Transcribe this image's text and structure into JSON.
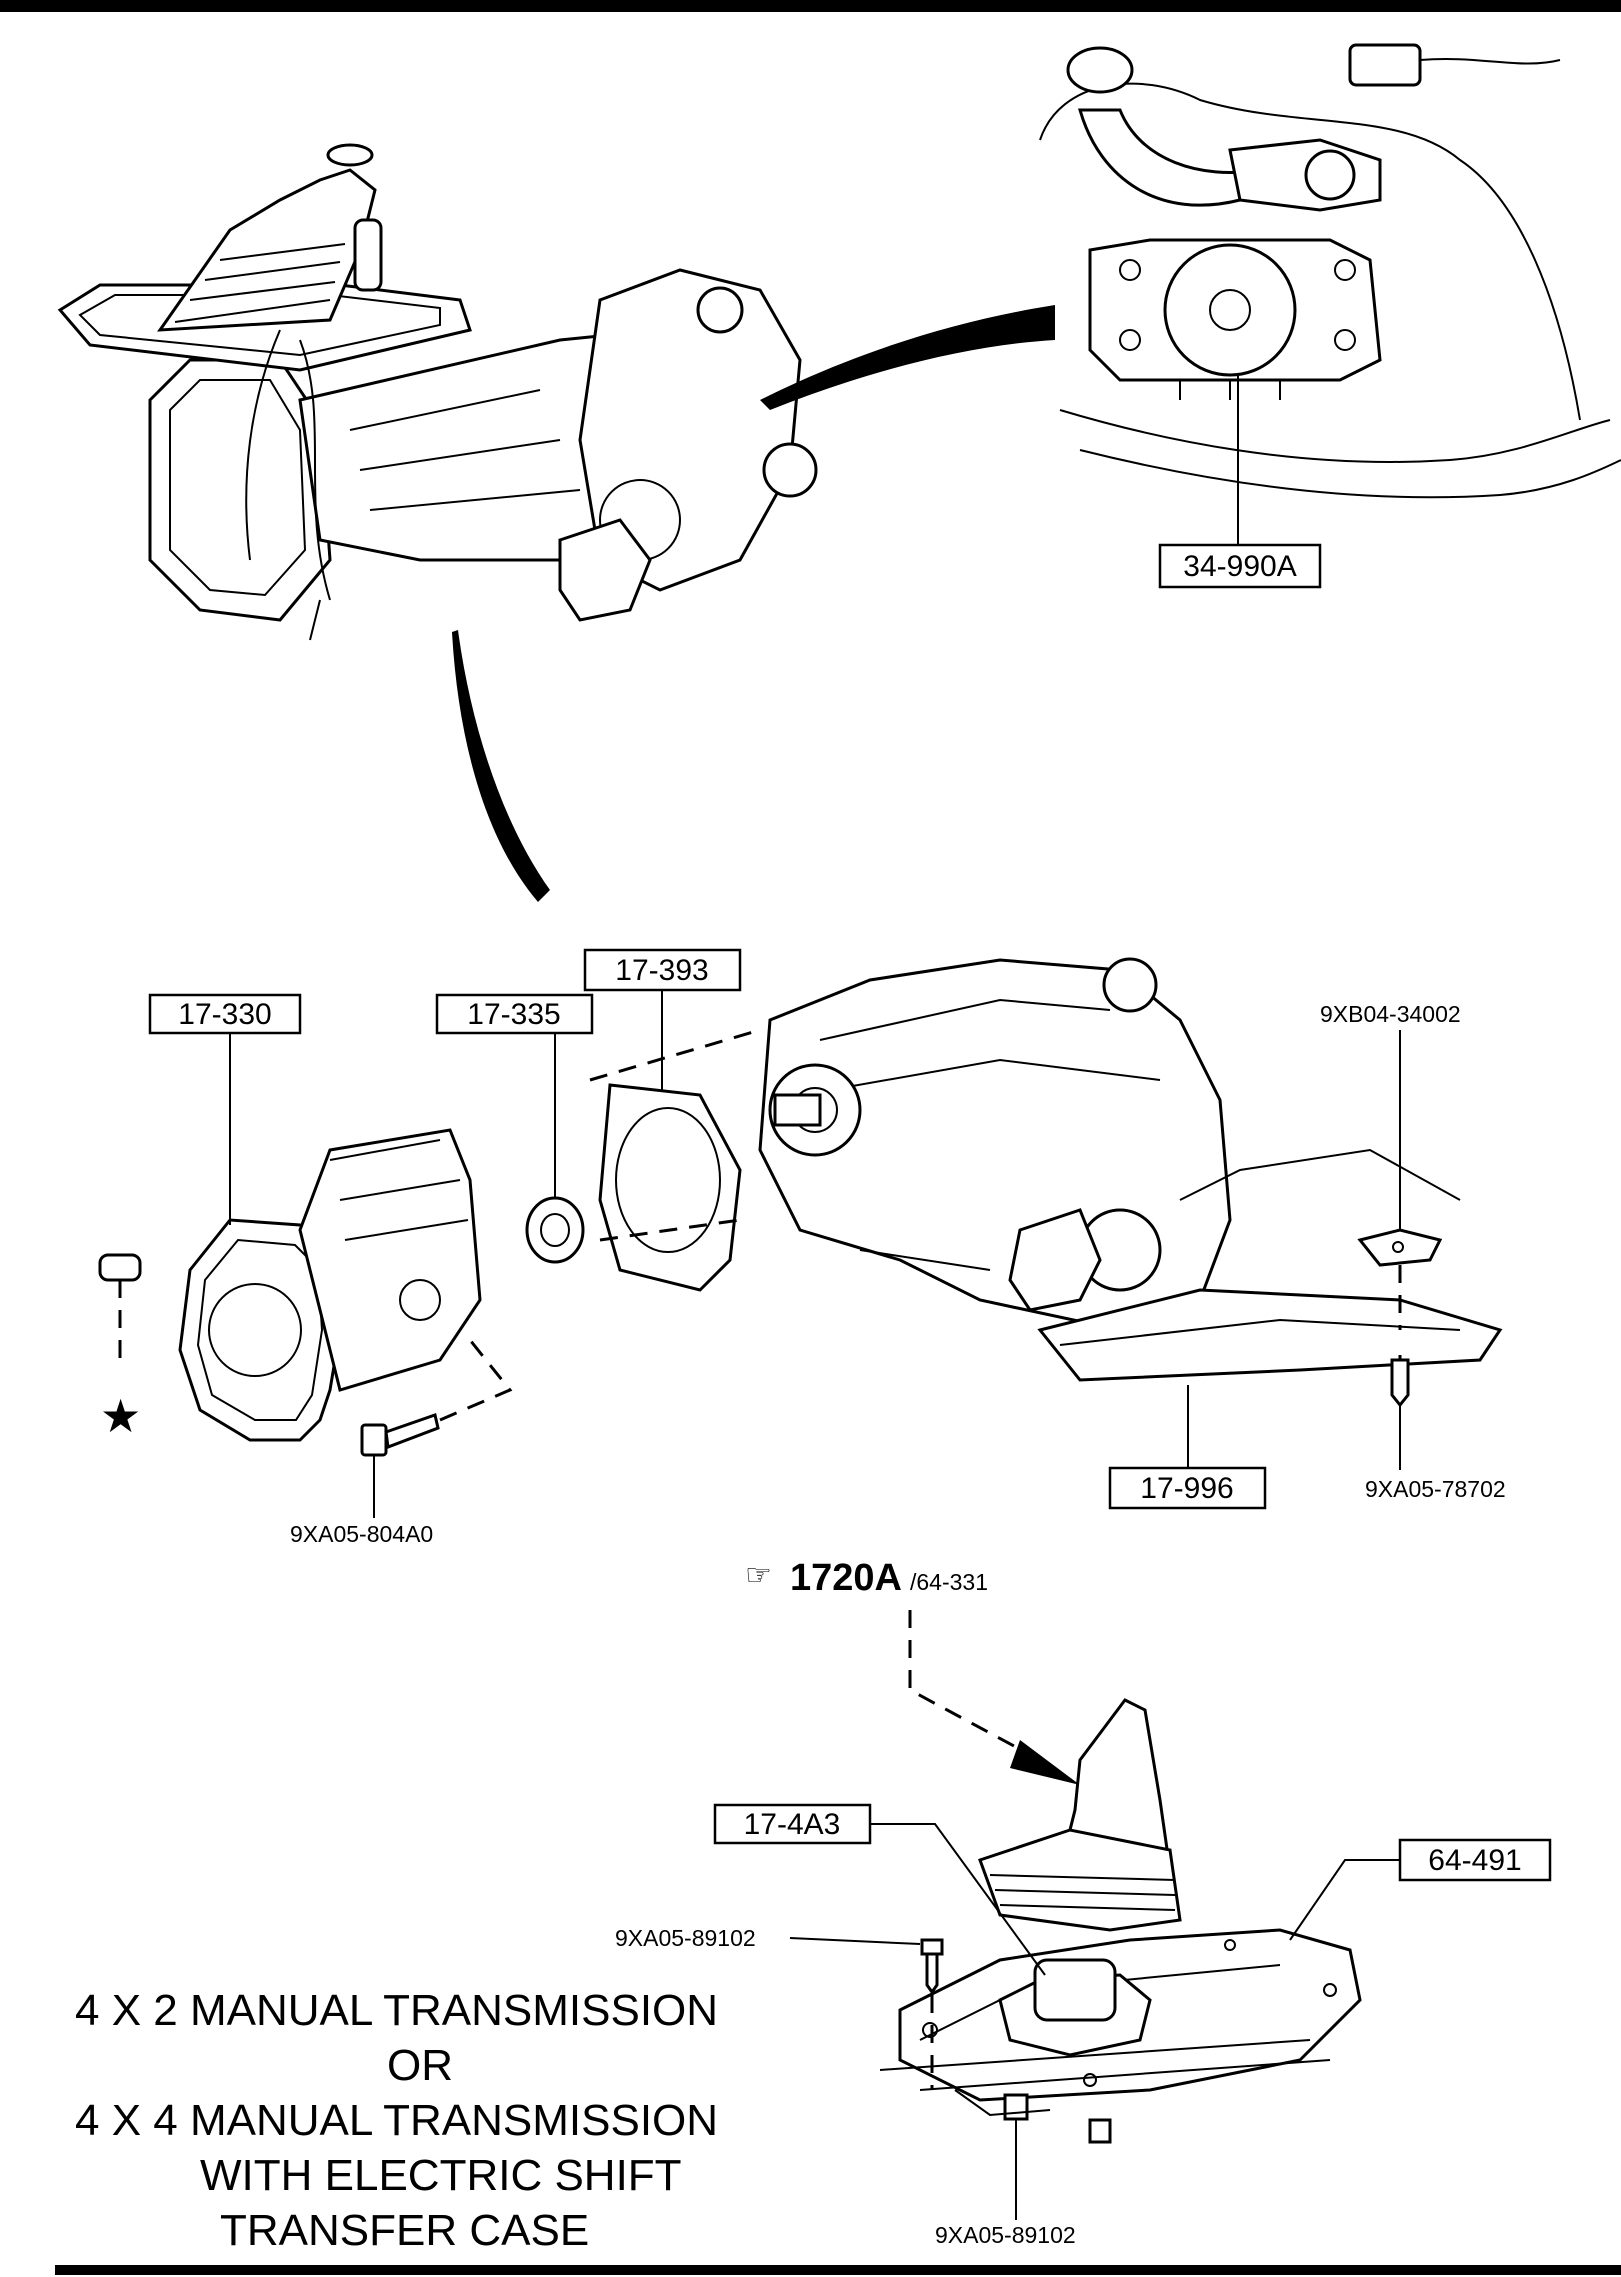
{
  "parts": {
    "p34_990a": "34-990A",
    "p17_330": "17-330",
    "p17_335": "17-335",
    "p17_393": "17-393",
    "p9xb04": "9XB04-34002",
    "p9xa05_804a0": "9XA05-804A0",
    "p9xa05_78702": "9XA05-78702",
    "p17_996": "17-996",
    "p17_4a3": "17-4A3",
    "p64_491": "64-491",
    "p9xa05_89102_a": "9XA05-89102",
    "p9xa05_89102_b": "9XA05-89102"
  },
  "reference": {
    "hand_icon": "☞",
    "code": "1720A",
    "suffix": "/64-331"
  },
  "title_lines": [
    "4 X 2 MANUAL TRANSMISSION",
    "OR",
    "4 X 4 MANUAL TRANSMISSION",
    "WITH ELECTRIC SHIFT",
    "TRANSFER CASE"
  ],
  "symbols": {
    "star": "★"
  }
}
